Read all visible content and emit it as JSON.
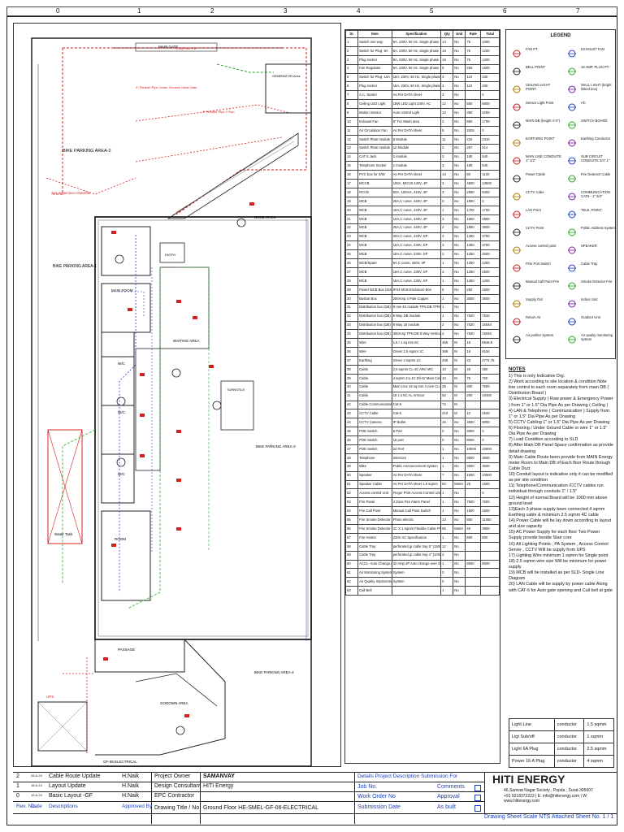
{
  "ruler": [
    "0",
    "1",
    "2",
    "3",
    "4",
    "5",
    "6",
    "7"
  ],
  "plan": {
    "labels": {
      "main_gate": "MAIN GATE",
      "generator": "GENERATOR Area",
      "bike_parking_2": "BIKE PARKING AREA-2",
      "inspection": "2x2 Inspection Chamber",
      "flex_pipe": "4\" Flexible Pipe Under Ground Cable Gate",
      "shoe_rack": "SHOE RACK",
      "bike_parking_1": "BIKE PARKING AREA-1",
      "main_room": "MAIN ROOM",
      "entry": "ENTRY",
      "waiting": "WAITING AREA",
      "turnstile": "TURNSTILE",
      "bike_parking_3": "BIKE PARKING AREA-3",
      "wc1": "W/C",
      "wc2": "W/C",
      "wc3": "W/C",
      "water_tank": "Water Tank",
      "room": "ROOM",
      "passage": "PASSAGE",
      "bike_parking_4": "BIKE PARKING AREA-4",
      "godown": "GODOWN AREA",
      "ups": "UPS",
      "electrical_title": "GF-06 ELECTRICAL",
      "cable_4sq": "4 sq + 4C + E",
      "pipe_note": "4\" Flexible Pipe 2 Run"
    }
  },
  "table": {
    "headers": [
      "Sr.",
      "Item",
      "Specification",
      "Qty",
      "Unit",
      "Rate",
      "Total"
    ],
    "rows": [
      [
        "1",
        "Switch one way",
        "6A, 230V, 50 Hz, Single phase",
        "14",
        "No",
        "75",
        "1050"
      ],
      [
        "2",
        "Switch for Plug- 6A",
        "6A, 230V, 50 Hz, Single phase",
        "16",
        "No",
        "75",
        "1200"
      ],
      [
        "3",
        "Plug socket",
        "6A, 230V, 50 Hz, Single phase",
        "16",
        "No",
        "75",
        "1200"
      ],
      [
        "4",
        "Fan Regulator",
        "6A, 230V, 50 Hz, Single phase",
        "6",
        "No",
        "250",
        "1500"
      ],
      [
        "5",
        "Switch for Plug- 16A",
        "16A, 230V, 50 Hz, Single phase",
        "3",
        "No",
        "110",
        "330"
      ],
      [
        "6",
        "Plug socket",
        "16A, 230V, 50 Hz, Single phase",
        "3",
        "No",
        "110",
        "330"
      ],
      [
        "7",
        "A.C. Starter",
        "As Per DATA sheet",
        "3",
        "No",
        "",
        "0"
      ],
      [
        "8",
        "Ceiling LED Light",
        "18W LED Light 230V, AC",
        "12",
        "No",
        "550",
        "6600"
      ],
      [
        "9",
        "Motion Sensor",
        "Auto control Light",
        "12",
        "No",
        "350",
        "4200"
      ],
      [
        "10",
        "Exhaust Fan",
        "8\" For Wash area",
        "2",
        "No",
        "850",
        "1700"
      ],
      [
        "11",
        "Air Circulation Fan",
        "As Per DATA sheet",
        "5",
        "No",
        "2625",
        "0"
      ],
      [
        "12",
        "Switch Plate module",
        "8 Module",
        "11",
        "No",
        "210",
        "2310"
      ],
      [
        "13",
        "Switch Plate module",
        "12 Module",
        "2",
        "No",
        "257",
        "514"
      ],
      [
        "14",
        "CAT 6 Jack",
        "1 module",
        "3",
        "No",
        "180",
        "540"
      ],
      [
        "15",
        "Telephone Socket",
        "1 module",
        "3",
        "No",
        "180",
        "540"
      ],
      [
        "16",
        "PVC box for S/W",
        "As Per DATA sheet",
        "14",
        "No",
        "80",
        "1120"
      ],
      [
        "17",
        "MCCB",
        "100A, MCCB  440V, 4P",
        "3",
        "No",
        "4500",
        "13500"
      ],
      [
        "18",
        "RCCB",
        "63A, 100mA, 415V, 4P",
        "3",
        "No",
        "2800",
        "8400"
      ],
      [
        "19",
        "MCB",
        "20A,C curve, 440V, 4P",
        "0",
        "No",
        "1800",
        "0"
      ],
      [
        "20",
        "MCB",
        "16A,C curve, 440V, 4P",
        "1",
        "No",
        "1700",
        "1700"
      ],
      [
        "21",
        "MCB",
        "10A,C curve, 440V, 4P",
        "3",
        "No",
        "1600",
        "4800"
      ],
      [
        "22",
        "MCB",
        "20A,C curve, 440V, 4P",
        "2",
        "No",
        "1800",
        "3600"
      ],
      [
        "23",
        "MCB",
        "20A,C curve, 440V, SP",
        "3",
        "No",
        "1250",
        "3750"
      ],
      [
        "24",
        "MCB",
        "16A,C curve, 230V, SP",
        "3",
        "No",
        "1250",
        "3750"
      ],
      [
        "25",
        "MCB",
        "10A,C curve, 230V, SP",
        "2",
        "No",
        "1250",
        "2500"
      ],
      [
        "26",
        "MCB/Spare",
        "6A,C curve, 440V, 4P",
        "1",
        "No",
        "1250",
        "1250"
      ],
      [
        "27",
        "MCB",
        "16A,C curve, 230V, SP",
        "2",
        "No",
        "1250",
        "2500"
      ],
      [
        "28",
        "MCB",
        "16A,C curve, 230V, SP",
        "1",
        "No",
        "1250",
        "1250"
      ],
      [
        "29",
        "Power MCB Box (Sizes)",
        "IP44 MCB Enclosure Box",
        "6",
        "No",
        "250",
        "1500"
      ],
      [
        "30",
        "Busbar Box",
        "200Amp 4 Pole Copper",
        "1",
        "No",
        "3500",
        "3500"
      ],
      [
        "31",
        "Distribution box (DB)",
        "8 row 4S module TPN DB TPRSS Row Double Door",
        "1",
        "No",
        "",
        ""
      ],
      [
        "32",
        "Distribution box (DB)",
        "8 Way DB module",
        "1",
        "No",
        "7520",
        "7520"
      ],
      [
        "33",
        "Distribution box (DB)",
        "8 Way 18 module",
        "2",
        "No",
        "7520",
        "15040"
      ],
      [
        "34",
        "Distribution box (DB)",
        "400Amp TPN DB 8 Way Vertical DB",
        "2",
        "No",
        "7520",
        "15040"
      ],
      [
        "35",
        "Wire",
        "1.5 / 1 sq mm  6C",
        "465",
        "M",
        "15",
        "6948.8"
      ],
      [
        "36",
        "Wire",
        "Green 2.5 sqmm 1C",
        "368",
        "M",
        "16",
        "6154"
      ],
      [
        "37",
        "Earthing",
        "Green 4 sqmm 1C",
        "205",
        "M",
        "23",
        "4774.76"
      ],
      [
        "38",
        "Cable",
        "2.5 sqmm Cu 4C ARC-WC",
        "10",
        "M",
        "48",
        "480"
      ],
      [
        "39",
        "Cable",
        "4 sqmm Cu 4C Dli-Gr Main Cable",
        "10",
        "M",
        "75",
        "750"
      ],
      [
        "40",
        "Cable",
        "Main Line 16 sq mm 4 core Cu 16 To main DB",
        "25",
        "M",
        "300",
        "7500"
      ],
      [
        "41",
        "Cable",
        "16 x 2.5C AL Armour",
        "52",
        "M",
        "200",
        "10400"
      ],
      [
        "42",
        "Cable Communication / (Telephone)",
        "Cat-6",
        "72",
        "M",
        "",
        ""
      ],
      [
        "43",
        "CCTV Cable",
        "Cat-6",
        "210",
        "M",
        "12",
        "2520"
      ],
      [
        "44",
        "CCTV Camera",
        "IP Bullet",
        "16",
        "No",
        "4500",
        "9000"
      ],
      [
        "45",
        "POE Switch",
        "8 Port",
        "0",
        "No",
        "4000",
        "0"
      ],
      [
        "46",
        "POE Switch",
        "16 port",
        "0",
        "No",
        "8000",
        "0"
      ],
      [
        "47",
        "POE Switch",
        "24 Port",
        "1",
        "No",
        "10000",
        "10000"
      ],
      [
        "48",
        "Telephone",
        "Intercom",
        "1",
        "No",
        "3500",
        "3500"
      ],
      [
        "49",
        "Mike",
        "Public Announcement system",
        "1",
        "No",
        "3500",
        "3500"
      ],
      [
        "50",
        "Speaker",
        "As Per DATA sheet",
        "7",
        "No",
        "1500",
        "10500"
      ],
      [
        "51",
        "Speaker Cable",
        "As Per DATA sheet 1.5 sqmm",
        "60",
        "Meter",
        "26",
        "1560"
      ],
      [
        "52",
        "Access control Unit",
        "Finger Print Access Control Unit / CC TV",
        "1",
        "No",
        "",
        "0"
      ],
      [
        "53",
        "Fire Panel",
        "4 Zone Fire Alarm Panel",
        "1",
        "No",
        "7500",
        "7500"
      ],
      [
        "54",
        "Fire Call Point",
        "Manual Call Point Switch",
        "1",
        "No",
        "1500",
        "1500"
      ],
      [
        "55",
        "Fire Smoke Detector",
        "Photo electric",
        "13",
        "No",
        "850",
        "11050"
      ],
      [
        "56",
        "Fire Smoke Detector Cable",
        "2C X 1 sqmm Flexible Cable FR",
        "95",
        "Meter",
        "40",
        "3800"
      ],
      [
        "57",
        "Fire Hooter",
        "230V AC Specification",
        "1",
        "No",
        "600",
        "600"
      ],
      [
        "58",
        "Cable Tray",
        "perforated gi cable tray 6\" (150x25X 2500) 1.5 mm",
        "12",
        "No",
        "",
        ""
      ],
      [
        "59",
        "Cable Tray",
        "perforated gi cable tray 4\" (100x25X 2500) 1.5 mm",
        "2",
        "No",
        "",
        ""
      ],
      [
        "60",
        "ACCL- Auto Change over Switch",
        "32 Amp 4P Auto change over Grid /DG",
        "1",
        "No",
        "8500",
        "8500"
      ],
      [
        "61",
        "Air Monitoring System",
        "System",
        "0",
        "No",
        "",
        ""
      ],
      [
        "62",
        "Air Quality Improvement System",
        "System",
        "0",
        "No",
        "",
        ""
      ],
      [
        "63",
        "Call Bell",
        "",
        "1",
        "No",
        "",
        ""
      ]
    ]
  },
  "legend": {
    "title": "LEGEND",
    "items": [
      {
        "label": "FAN PT.",
        "icon": "fan-icon"
      },
      {
        "label": "EXHAUST FAN",
        "icon": "exhaust-fan-icon"
      },
      {
        "label": "BELL POINT",
        "icon": "bell-icon"
      },
      {
        "label": "16 AMP. PLUG PT.",
        "icon": "plug-icon"
      },
      {
        "label": "CEILING LIGHT POINT",
        "icon": "ceiling-light-icon"
      },
      {
        "label": "WALL LIGHT (bright linked box)",
        "icon": "wall-light-icon"
      },
      {
        "label": "Sensor Light Point",
        "icon": "sensor-icon"
      },
      {
        "label": "AC",
        "icon": "ac-icon"
      },
      {
        "label": "MAIN DB (height 4'-0\")",
        "icon": "main-db-icon"
      },
      {
        "label": "SWITCH BOARD",
        "icon": "switch-board-icon"
      },
      {
        "label": "EARTHING POINT",
        "icon": "earthing-icon"
      },
      {
        "label": "Earthing Conductor",
        "icon": "conductor-line-icon"
      },
      {
        "label": "MAIN LINE CONDUITE 1\" 1/2\"",
        "icon": "main-line-icon"
      },
      {
        "label": "SUB CIRCUIT CONDUITE 3/4\" 1\"",
        "icon": "sub-circuit-icon"
      },
      {
        "label": "Power Cable",
        "icon": "power-cable-icon"
      },
      {
        "label": "Fire Detector Cable",
        "icon": "fire-cable-icon"
      },
      {
        "label": "CCTV Cabe",
        "icon": "cctv-cable-icon"
      },
      {
        "label": "COMMUNICATION CAT6 - 1\" 3/4\"",
        "icon": "comm-cable-icon"
      },
      {
        "label": "LAN Point",
        "icon": "lan-icon"
      },
      {
        "label": "TELE. POINT",
        "icon": "telephone-icon"
      },
      {
        "label": "CCTV Point",
        "icon": "cctv-icon"
      },
      {
        "label": "Public Address System",
        "icon": "pa-system-icon"
      },
      {
        "label": "Access control point",
        "icon": "access-control-icon"
      },
      {
        "label": "SPEAKER",
        "icon": "speaker-icon"
      },
      {
        "label": "POe Port Switch",
        "icon": "poe-switch-icon"
      },
      {
        "label": "Cable Tray",
        "icon": "cable-tray-icon"
      },
      {
        "label": "Manual Call Point Fire",
        "icon": "manual-call-point-icon"
      },
      {
        "label": "Smoke Detector Fire",
        "icon": "smoke-detector-icon"
      },
      {
        "label": "Supply Out",
        "icon": "supply-out-icon"
      },
      {
        "label": "Indoor Unit",
        "icon": "indoor-unit-icon"
      },
      {
        "label": "Return  Air",
        "icon": "return-air-icon"
      },
      {
        "label": "Outdoor Unit",
        "icon": "outdoor-unit-icon"
      },
      {
        "label": "Air purifier System",
        "icon": "air-purifier-icon"
      },
      {
        "label": "Air quality monitoring system",
        "icon": "air-quality-icon"
      }
    ]
  },
  "notes": {
    "title": "NOTES",
    "items": [
      "1) This is only Indicative Drg.",
      "2) Work according to site location & condition Note line control to each room separately from main  DB ( Distribution Board )",
      "3) Electrical Supply ( Raw power & Emergency Power ) from  1\" or 1.5\" Dia Pipe As per Drawing ( Ceiling )",
      "4) LAN & Telephone ( Communication ) Supply from   1\" or 1.5\" Dia Pipe As per Drawing",
      "5) CCTV Cabling 1\" or 1.5\" Dia Pipe As per Drawing",
      "6) Flooring / Under Ground  Cable or wire 1\" or 1.5\" Dia Pipe As per Drawing",
      "7) Load Condition according to SLD",
      "8) After Main DB Panel Space confirmation as provide detail drawing",
      "9) Main Cable Route been provide from MAIN Energy meter Room to Main DB of Each floor Route through Cable Duct",
      "10) Conduit layout is indicative only it can be modified as per site condition",
      "11) Telephone/Communication /CCTV cables run individual through conduits 1\" / 1.5\"",
      "12) Height of normal Board will be 1000 mm above ground level",
      "13)Each 3 phase supply been connected 4 sqmm Earthing cable & minimum 2.5 sqmm 4C cable",
      "14) Power Cable will be lay down according to layout and size capacity",
      "15) AC Power Supply for each floor Two Power Supply provide beside Stair core",
      "16) All Lighting Points , PA System , Access Control Server , CCTV Will be supply from UPS",
      "17) Lighting Wire minimum 1 sqmm for Single point",
      "18) 2.5 sqmm  wire size Will be minimum for power supply",
      "19) MCB will be installed as per SLD- Single Line Diagram",
      "20) LAN Cable will be supply by power cable Along with CAT-6 for Auto gate opening and Call bell at gate"
    ]
  },
  "cable_table": [
    [
      "Light Line",
      "conductor",
      "1.5 sqmm"
    ],
    [
      "Ligt Sub/off",
      "conductor",
      "1 sqmm"
    ],
    [
      "Light 6A Plug",
      "conductor",
      "2.5 sqmm"
    ],
    [
      "Power 16 A Plug",
      "conductor",
      "4 sqmm"
    ]
  ],
  "titleblock": {
    "rev_rows": [
      [
        "2",
        "26-6-24",
        "Cable Route Update",
        "H.Naik"
      ],
      [
        "1",
        "18-6-24",
        "Layout Update",
        "H.Naik"
      ],
      [
        "0",
        "10-6-24",
        "Basic Layout -GF",
        "H.Naik"
      ]
    ],
    "rev_header": [
      "Rev. No.",
      "Date",
      "Descriptions",
      "Approved By"
    ],
    "project_owner_label": "Project Owner",
    "project_owner": "SAMANVAY",
    "design_consultant_label": "Design Consultant",
    "design_consultant": "HITI Energy",
    "epc_label": "EPC Contractor",
    "drawing_title_label": "Drawing Title / No.",
    "drawing_title": "Ground Floor HE-SMEL-GF-06-ELECTRICAL",
    "details_header": "Details Project Description Submission For",
    "job_no": "Job No.",
    "work_order": "Work Order No",
    "submission_date": "Submission Date",
    "comments": "Comments",
    "approval": "Approval",
    "as_built": "As built",
    "brand": "HITI ENERGY",
    "address": "46,Samvat Nagar Society , Popda , Surat-395007",
    "contact": "+91 9218372223 | E: info@hitienergy.com | W: www.hitienergy.com",
    "footer": "Drawing Sheet Scale NTS  Attached Sheet No. 1 / 1"
  }
}
